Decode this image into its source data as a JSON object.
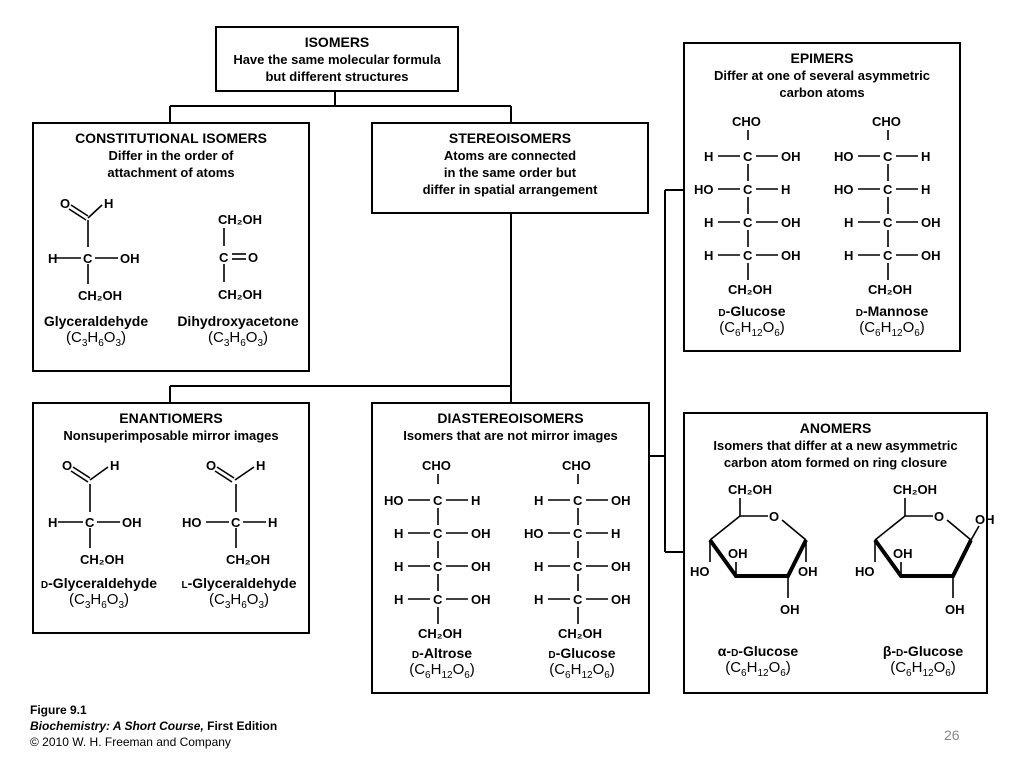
{
  "boxes": {
    "isomers": {
      "title": "ISOMERS",
      "subtitle": "Have the same molecular formula\nbut different structures"
    },
    "constitutional": {
      "title": "CONSTITUTIONAL ISOMERS",
      "subtitle": "Differ in the order of\nattachment of atoms"
    },
    "stereo": {
      "title": "STEREOISOMERS",
      "subtitle": "Atoms are connected\nin the same order but\ndiffer in spatial arrangement"
    },
    "epimers": {
      "title": "EPIMERS",
      "subtitle": "Differ at one of several asymmetric\ncarbon atoms"
    },
    "enantiomers": {
      "title": "ENANTIOMERS",
      "subtitle": "Nonsuperimposable mirror images"
    },
    "diastereo": {
      "title": "DIASTEREOISOMERS",
      "subtitle": "Isomers that are not mirror images"
    },
    "anomers": {
      "title": "ANOMERS",
      "subtitle": "Isomers that differ at a new  asymmetric\ncarbon atom formed on ring closure"
    }
  },
  "molecules": {
    "glyceraldehyde": {
      "name": "Glyceraldehyde",
      "formula": [
        "C",
        "3",
        "H",
        "6",
        "O",
        "3"
      ]
    },
    "dihydroxyacetone": {
      "name": "Dihydroxyacetone",
      "formula": [
        "C",
        "3",
        "H",
        "6",
        "O",
        "3"
      ]
    },
    "d_glyceraldehyde": {
      "prefix": "D",
      "name": "-Glyceraldehyde",
      "formula": [
        "C",
        "3",
        "H",
        "6",
        "O",
        "3"
      ]
    },
    "l_glyceraldehyde": {
      "prefix": "L",
      "name": "-Glyceraldehyde",
      "formula": [
        "C",
        "3",
        "H",
        "6",
        "O",
        "3"
      ]
    },
    "d_altrose": {
      "prefix": "D",
      "name": "-Altrose",
      "formula": [
        "C",
        "6",
        "H",
        "12",
        "O",
        "6"
      ]
    },
    "d_glucose_dia": {
      "prefix": "D",
      "name": "-Glucose",
      "formula": [
        "C",
        "6",
        "H",
        "12",
        "O",
        "6"
      ]
    },
    "d_glucose_epi": {
      "prefix": "D",
      "name": "-Glucose",
      "formula": [
        "C",
        "6",
        "H",
        "12",
        "O",
        "6"
      ]
    },
    "d_mannose": {
      "prefix": "D",
      "name": "-Mannose",
      "formula": [
        "C",
        "6",
        "H",
        "12",
        "O",
        "6"
      ]
    },
    "alpha_glucose": {
      "greek": "α",
      "prefix": "D",
      "name": "-Glucose",
      "formula": [
        "C",
        "6",
        "H",
        "12",
        "O",
        "6"
      ]
    },
    "beta_glucose": {
      "greek": "β",
      "prefix": "D",
      "name": "-Glucose",
      "formula": [
        "C",
        "6",
        "H",
        "12",
        "O",
        "6"
      ]
    }
  },
  "chem_labels": {
    "cho": "CHO",
    "ch2oh": "CH₂OH",
    "c": "C",
    "h": "H",
    "oh": "OH",
    "ho": "HO",
    "o": "O"
  },
  "caption": {
    "figure": "Figure 9.1",
    "book_title": "Biochemistry: A Short Course,",
    "edition": " First Edition",
    "copyright": "© 2010 W. H. Freeman and Company"
  },
  "page_number": "26"
}
